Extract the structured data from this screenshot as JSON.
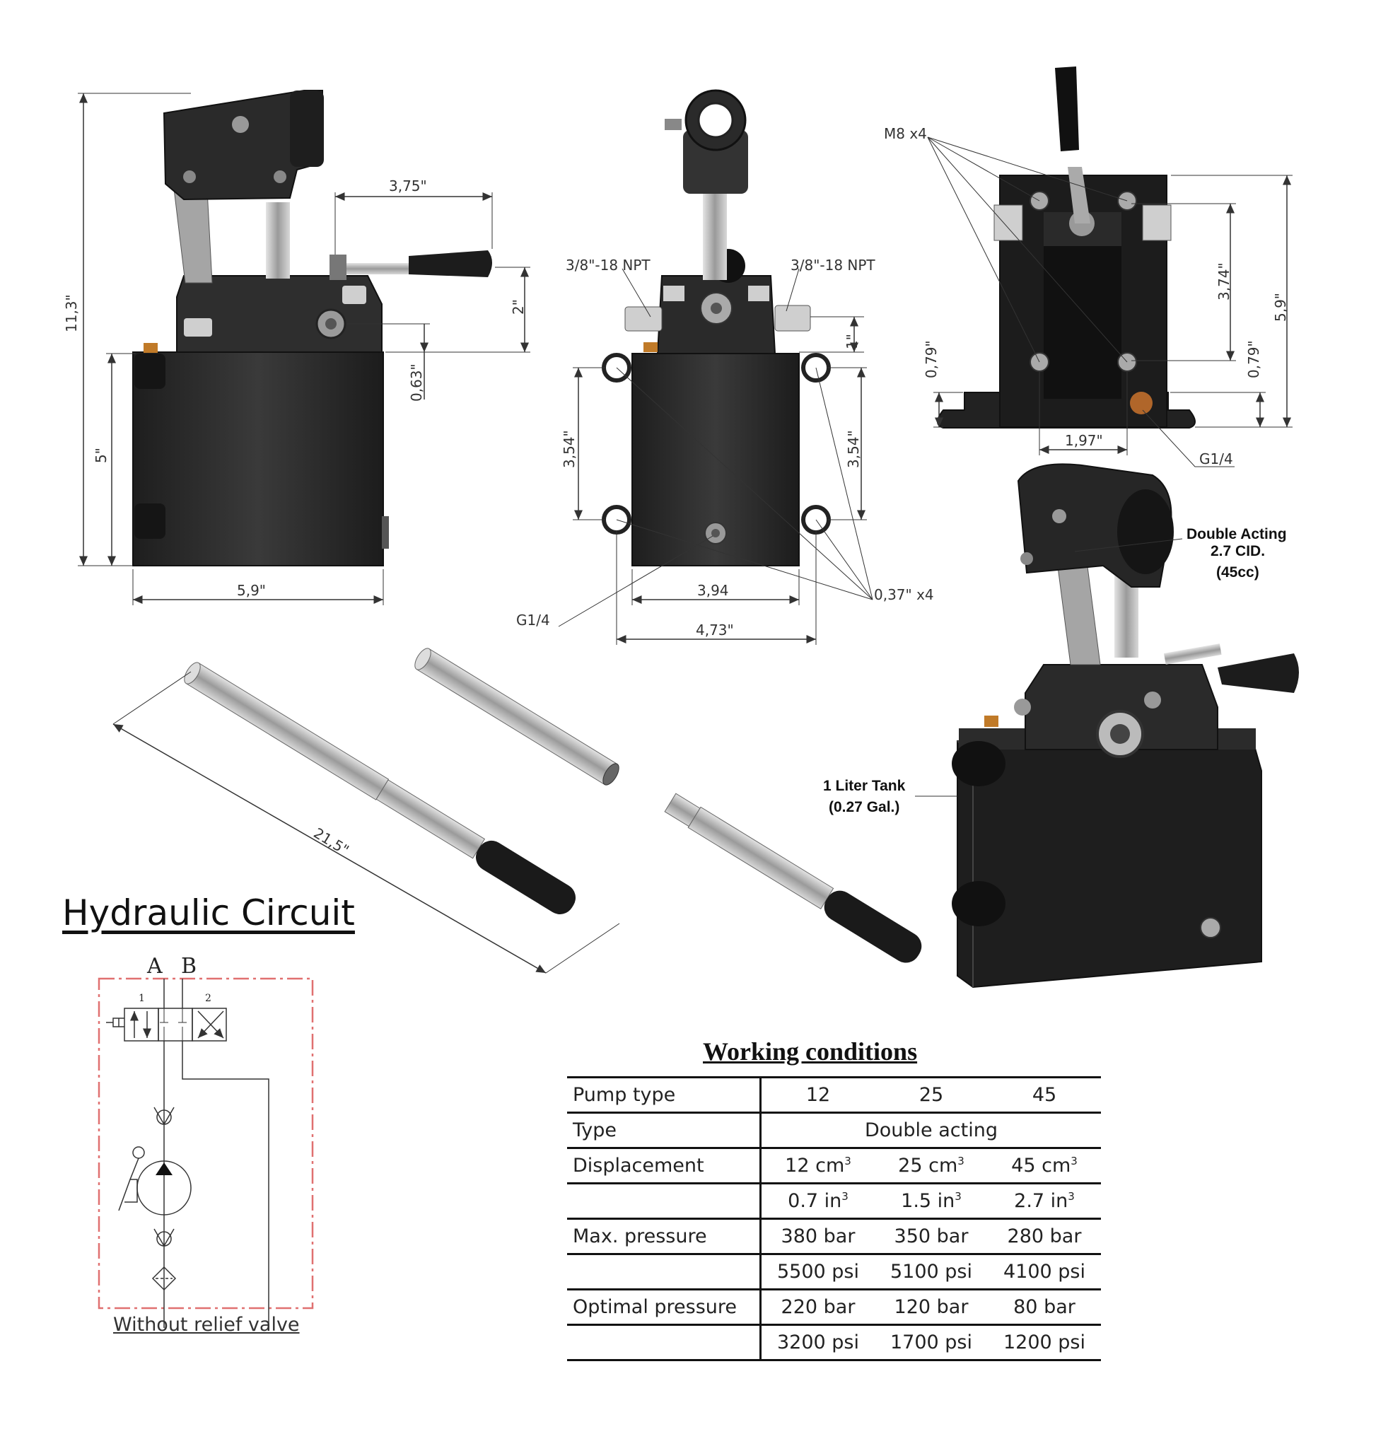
{
  "dimensions": {
    "side_height": "11,3\"",
    "side_tank_height": "5\"",
    "side_width": "5,9\"",
    "handle_reach": "3,75\"",
    "handle_height": "2\"",
    "port_height": "0,63\"",
    "front_port_spacing": "1\"",
    "front_hole_v_left": "3,54\"",
    "front_hole_v_right": "3,54\"",
    "front_hole_spacing": "3,94",
    "front_width": "4,73\"",
    "front_port_left": "3/8\"-18 NPT",
    "front_port_right": "3/8\"-18 NPT",
    "front_drain": "G1/4",
    "front_holes": "0,37\" x4",
    "top_bolts": "M8 x4",
    "top_bolt_spacing": "3,74\"",
    "top_height": "5,9\"",
    "top_base_left": "0,79\"",
    "top_base_right": "0,79\"",
    "top_spacing": "1,97\"",
    "top_drain": "G1/4",
    "lever_length": "21,5\""
  },
  "callouts": {
    "pump_line1": "Double Acting",
    "pump_line2": "2.7 CID.",
    "pump_line3": "(45cc)",
    "tank_line1": "1 Liter Tank",
    "tank_line2": "(0.27 Gal.)"
  },
  "circuit": {
    "title": "Hydraulic Circuit",
    "port_a": "A",
    "port_b": "B",
    "pos1": "1",
    "pos2": "2",
    "caption": "Without relief valve"
  },
  "working_conditions": {
    "title": "Working conditions",
    "header": {
      "label": "Pump type",
      "values": [
        "12",
        "25",
        "45"
      ]
    },
    "type": {
      "label": "Type",
      "value": "Double acting"
    },
    "displacement": {
      "label": "Displacement",
      "cm": [
        "12 cm",
        "25 cm",
        "45 cm"
      ],
      "cm_exp": "3",
      "in": [
        "0.7 in",
        "1.5 in",
        "2.7 in"
      ],
      "in_exp": "3"
    },
    "max_pressure": {
      "label": "Max. pressure",
      "bar": [
        "380 bar",
        "350 bar",
        "280 bar"
      ],
      "psi": [
        "5500 psi",
        "5100 psi",
        "4100 psi"
      ]
    },
    "optimal_pressure": {
      "label": "Optimal pressure",
      "bar": [
        "220 bar",
        "120 bar",
        "80 bar"
      ],
      "psi": [
        "3200 psi",
        "1700 psi",
        "1200 psi"
      ]
    }
  },
  "colors": {
    "body": "#2c2c2c",
    "dark": "#1b1b1b",
    "metal": "#b9b9b9",
    "boundary": "#e07070",
    "brass": "#c07a28"
  }
}
